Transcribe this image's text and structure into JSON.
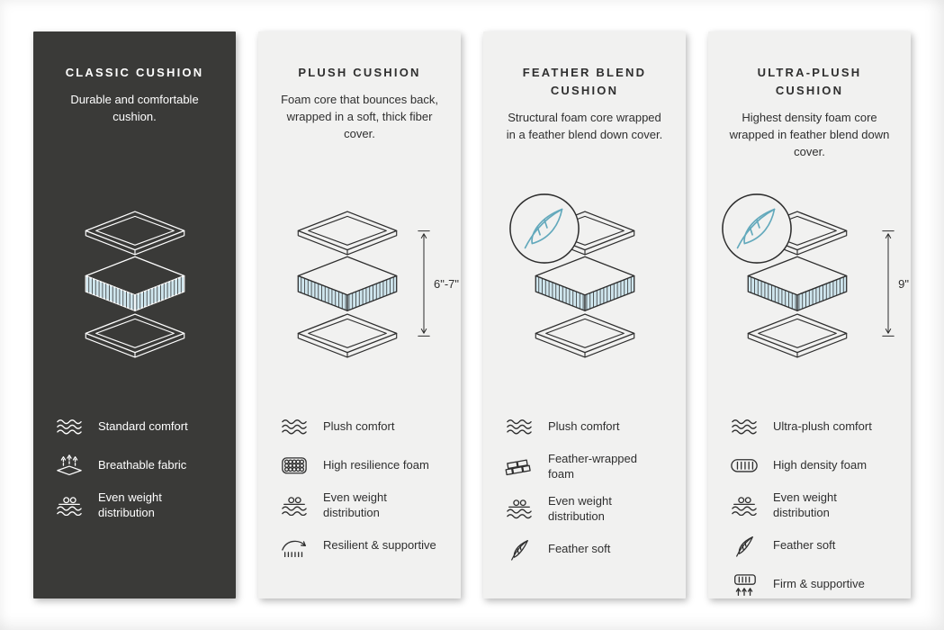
{
  "colors": {
    "dark_card_bg": "#3a3a38",
    "light_card_bg": "#f1f1f0",
    "foam_blue": "#cfe6ee",
    "feather_teal": "#63a9bc",
    "line_dark": "#2e2e2e",
    "line_light": "#ffffff"
  },
  "columns": [
    {
      "id": "classic",
      "theme": "dark",
      "title": "CLASSIC CUSHION",
      "description": "Durable and comfortable cushion.",
      "diagram": {
        "feather_badge": false,
        "height_label": ""
      },
      "features": [
        {
          "icon": "waves-icon",
          "label": "Standard comfort"
        },
        {
          "icon": "breathable-icon",
          "label": "Breathable fabric"
        },
        {
          "icon": "weight-distribution-icon",
          "label": "Even weight distribution"
        }
      ]
    },
    {
      "id": "plush",
      "theme": "light",
      "title": "PLUSH CUSHION",
      "description": "Foam core that bounces back, wrapped in a soft, thick fiber cover.",
      "diagram": {
        "feather_badge": false,
        "height_label": "6\"-7\""
      },
      "features": [
        {
          "icon": "waves-icon",
          "label": "Plush comfort"
        },
        {
          "icon": "foam-bubbles-icon",
          "label": "High resilience foam"
        },
        {
          "icon": "weight-distribution-icon",
          "label": "Even weight distribution"
        },
        {
          "icon": "resilient-icon",
          "label": "Resilient & supportive"
        }
      ]
    },
    {
      "id": "feather-blend",
      "theme": "light",
      "title": "FEATHER BLEND CUSHION",
      "description": "Structural foam core wrapped in a feather blend down cover.",
      "diagram": {
        "feather_badge": true,
        "height_label": ""
      },
      "features": [
        {
          "icon": "waves-icon",
          "label": "Plush comfort"
        },
        {
          "icon": "feather-wrapped-foam-icon",
          "label": "Feather-wrapped foam"
        },
        {
          "icon": "weight-distribution-icon",
          "label": "Even weight distribution"
        },
        {
          "icon": "feather-icon",
          "label": "Feather soft"
        }
      ]
    },
    {
      "id": "ultra-plush",
      "theme": "light",
      "title": "ULTRA-PLUSH CUSHION",
      "description": "Highest density foam core wrapped in feather blend down cover.",
      "diagram": {
        "feather_badge": true,
        "height_label": "9\""
      },
      "features": [
        {
          "icon": "waves-icon",
          "label": "Ultra-plush comfort"
        },
        {
          "icon": "density-foam-icon",
          "label": "High density foam"
        },
        {
          "icon": "weight-distribution-icon",
          "label": "Even weight distribution"
        },
        {
          "icon": "feather-icon",
          "label": "Feather soft"
        },
        {
          "icon": "firm-icon",
          "label": "Firm & supportive"
        }
      ]
    }
  ]
}
